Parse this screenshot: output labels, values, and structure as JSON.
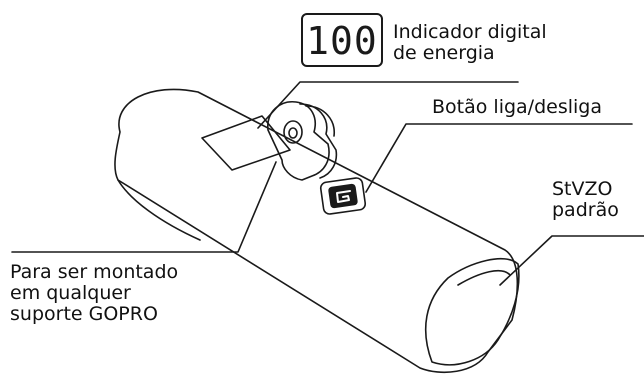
{
  "display": {
    "reading": "100",
    "label_lines": [
      "Indicador digital",
      "de energia"
    ]
  },
  "power_button": {
    "label": "Botão liga/desliga"
  },
  "usb_port": {
    "label_lines": [
      "StVZO",
      "padrão"
    ]
  },
  "mount": {
    "label_lines": [
      "Para ser montado",
      "em qualquer",
      "suporte GOPRO"
    ]
  },
  "colors": {
    "stroke": "#1a1a1a",
    "background": "#ffffff"
  }
}
